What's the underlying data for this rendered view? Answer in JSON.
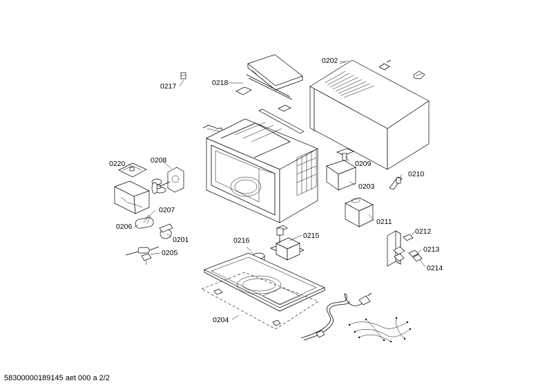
{
  "labels": {
    "p0202": "0202",
    "p0217": "0217",
    "p0218": "0218",
    "p0220": "0220",
    "p0208": "0208",
    "p0209": "0209",
    "p0210": "0210",
    "p0203": "0203",
    "p0207": "0207",
    "p0206": "0206",
    "p0201": "0201",
    "p0205": "0205",
    "p0211": "0211",
    "p0216": "0216",
    "p0215": "0215",
    "p0212": "0212",
    "p0213": "0213",
    "p0214": "0214",
    "p0204": "0204"
  },
  "footer": {
    "text": "58300000189145 aet 000 a 2/2"
  }
}
